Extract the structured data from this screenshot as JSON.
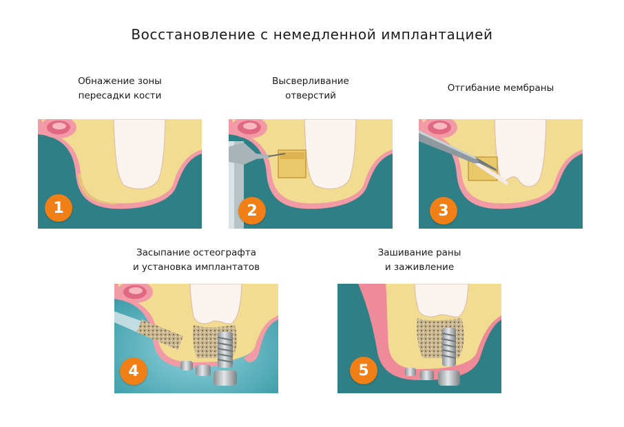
{
  "title": "Восстановление с немедленной имплантацией",
  "steps": [
    {
      "number": "1",
      "caption_line1": "Обнажение зоны",
      "caption_line2": "пересадки кости"
    },
    {
      "number": "2",
      "caption_line1": "Высверливание",
      "caption_line2": "отверстий"
    },
    {
      "number": "3",
      "caption_line1": "Отгибание мембраны",
      "caption_line2": ""
    },
    {
      "number": "4",
      "caption_line1": "Засыпание остеографта",
      "caption_line2": "и установка имплантатов"
    },
    {
      "number": "5",
      "caption_line1": "Зашивание раны",
      "caption_line2": "и заживление"
    }
  ],
  "colors": {
    "teal_background": "#2f7f86",
    "light_teal_background": "#56b4c0",
    "gum_pink": "#f29aa6",
    "bone_yellow": "#f1dc92",
    "sinus_membrane": "#fbf3ee",
    "badge_orange": "#f07f16"
  }
}
